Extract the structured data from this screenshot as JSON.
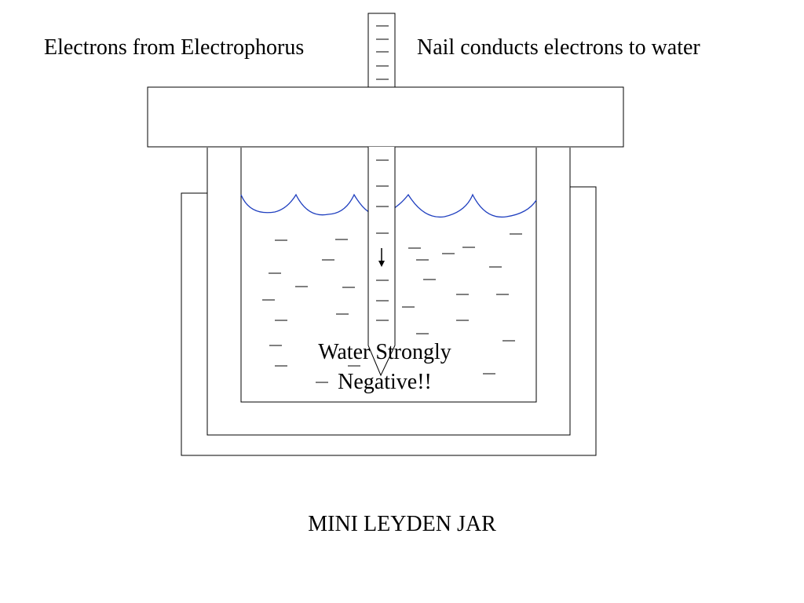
{
  "labels": {
    "left": "Electrons from Electrophorus",
    "right": "Nail conducts electrons to water",
    "water": "Water Strongly Negative!!",
    "caption": "MINI LEYDEN JAR"
  },
  "colors": {
    "outline": "#000000",
    "water_surface": "#1f3fbf",
    "background": "#ffffff"
  },
  "symbols": {
    "charge": "minus-sign",
    "flow": "down-arrow"
  }
}
